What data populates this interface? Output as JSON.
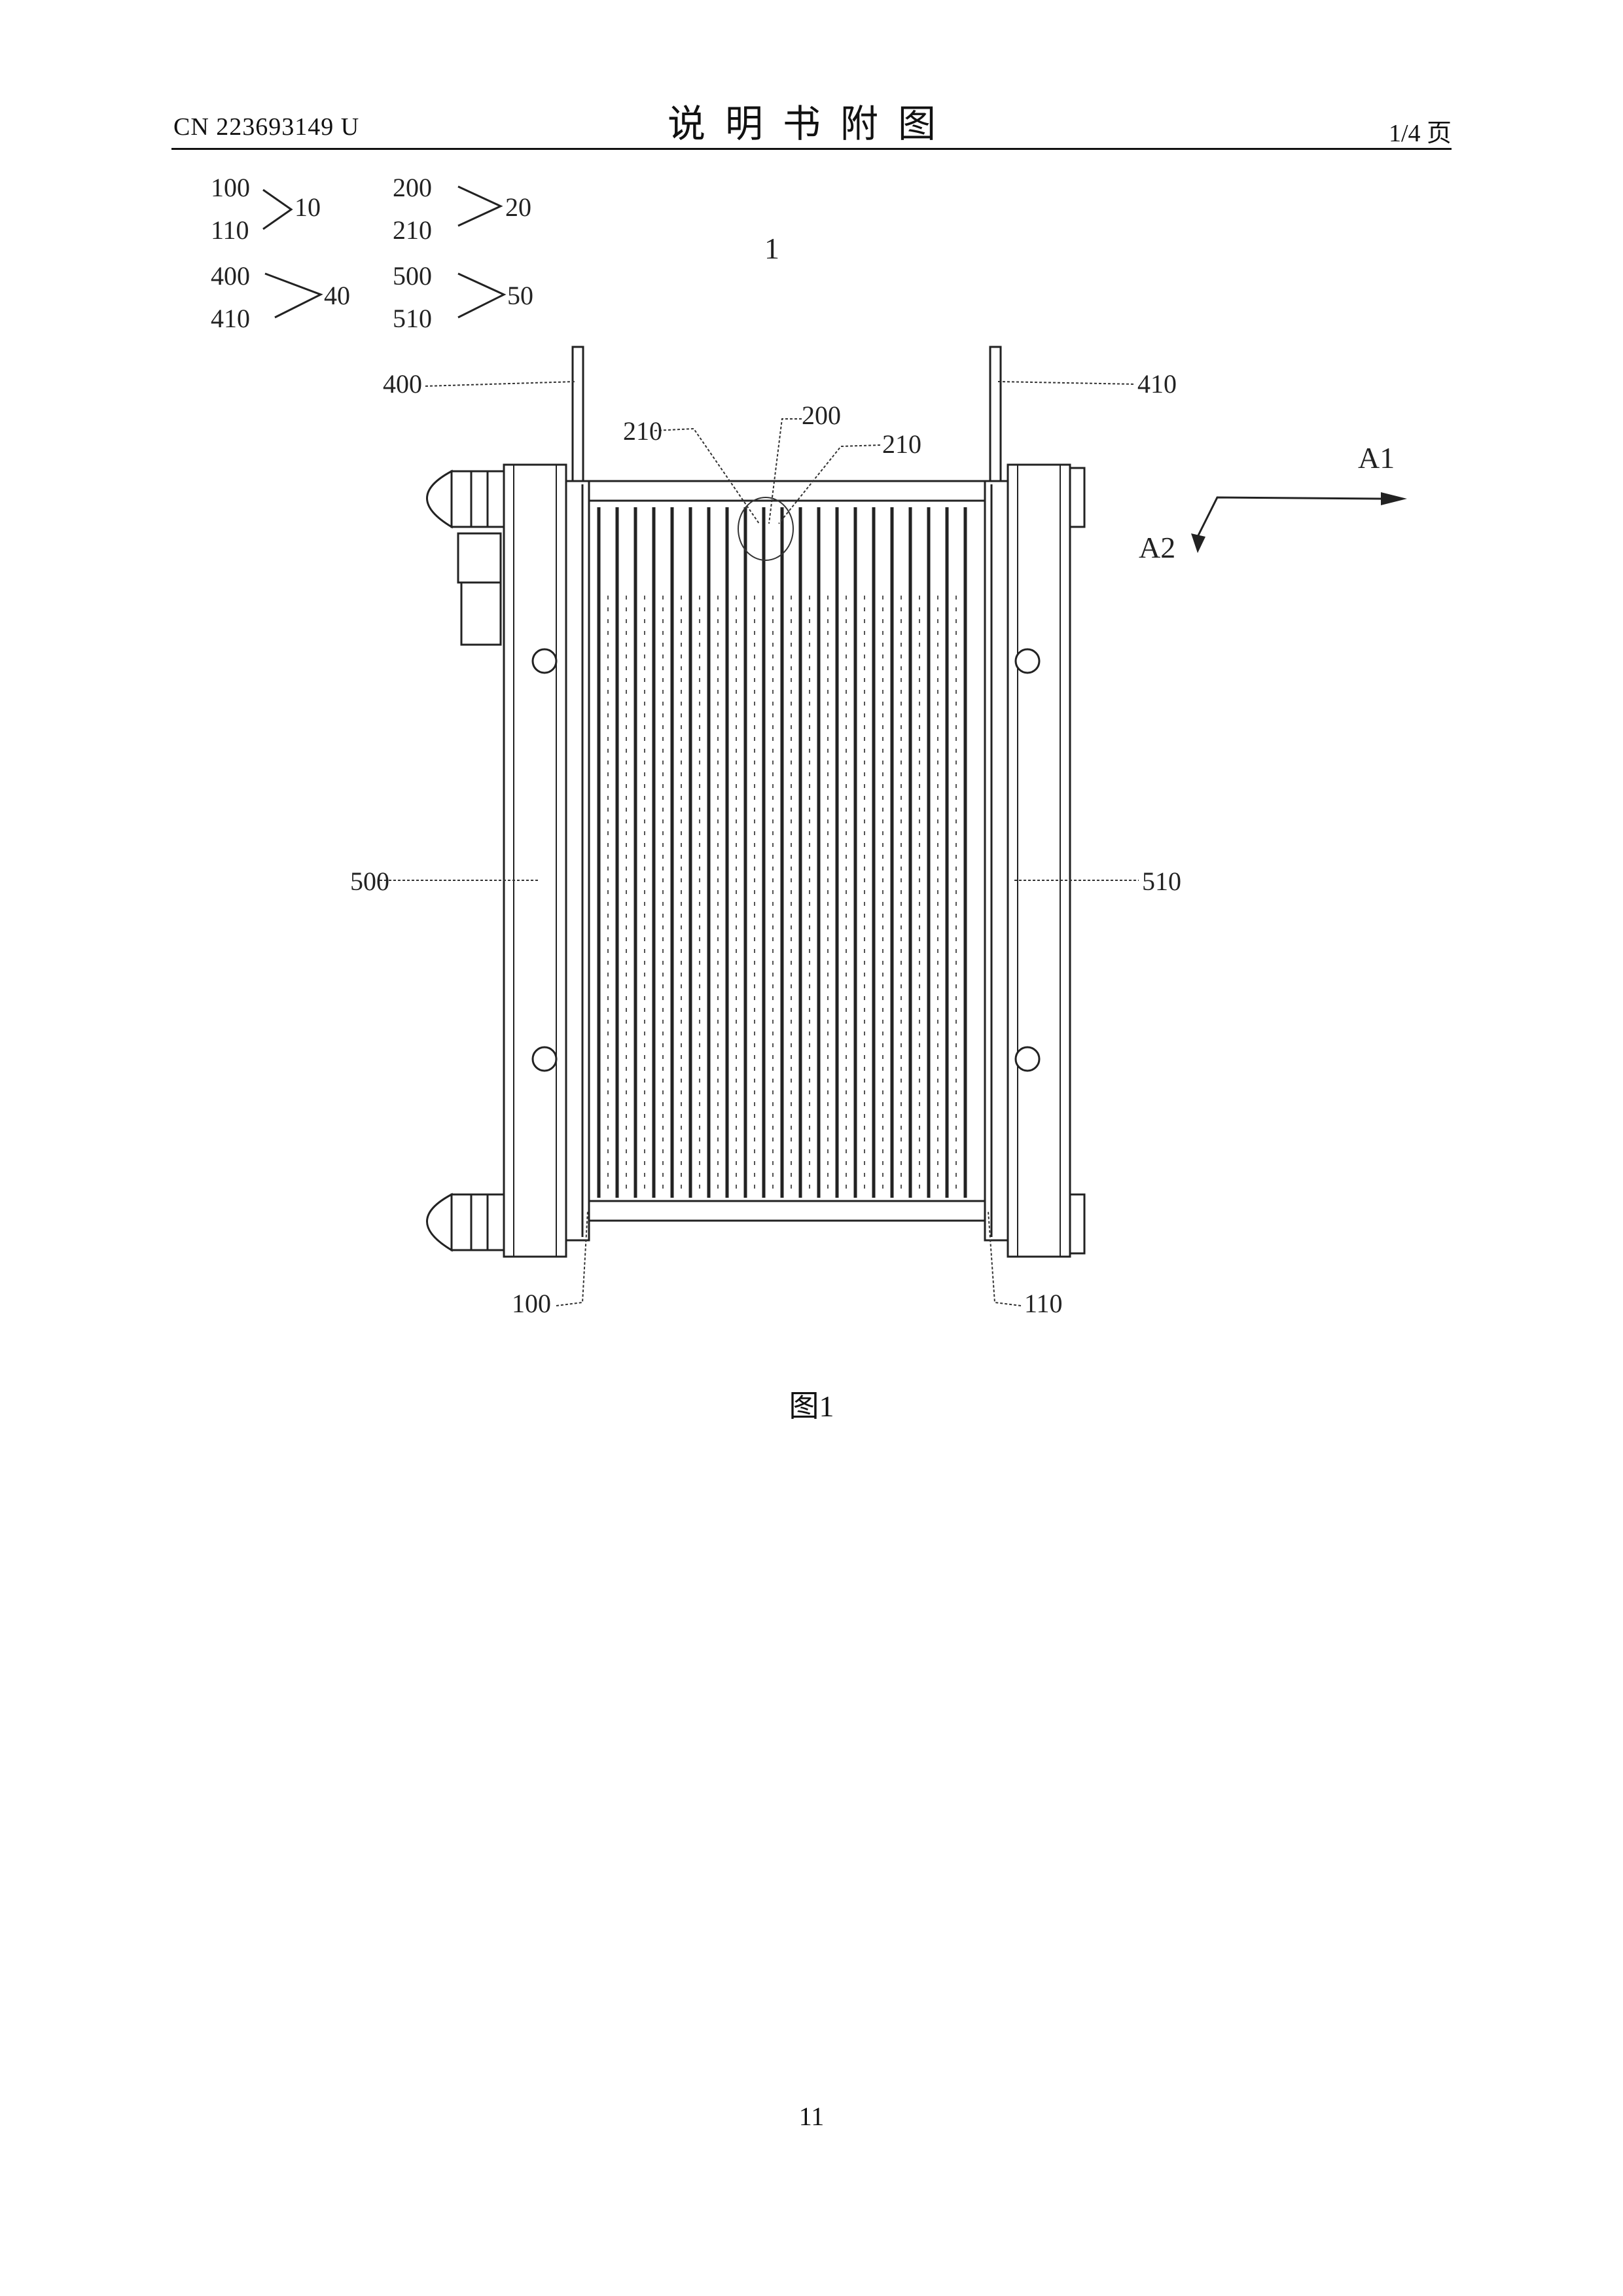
{
  "header": {
    "doc_number": "CN 223693149 U",
    "title": "说明书附图",
    "page_of": "1/4 页"
  },
  "legend": [
    {
      "a": "100",
      "b": "110",
      "group": "10"
    },
    {
      "a": "200",
      "b": "210",
      "group": "20"
    },
    {
      "a": "400",
      "b": "410",
      "group": "40"
    },
    {
      "a": "500",
      "b": "510",
      "group": "50"
    }
  ],
  "figure": {
    "assembly_label": "1",
    "labels": {
      "l400": "400",
      "l410": "410",
      "l200": "200",
      "l210_left": "210",
      "l210_right": "210",
      "l500": "500",
      "l510": "510",
      "l100": "100",
      "l110": "110",
      "a1": "A1",
      "a2": "A2"
    },
    "caption": "图1"
  },
  "footer": {
    "page_number": "11"
  }
}
